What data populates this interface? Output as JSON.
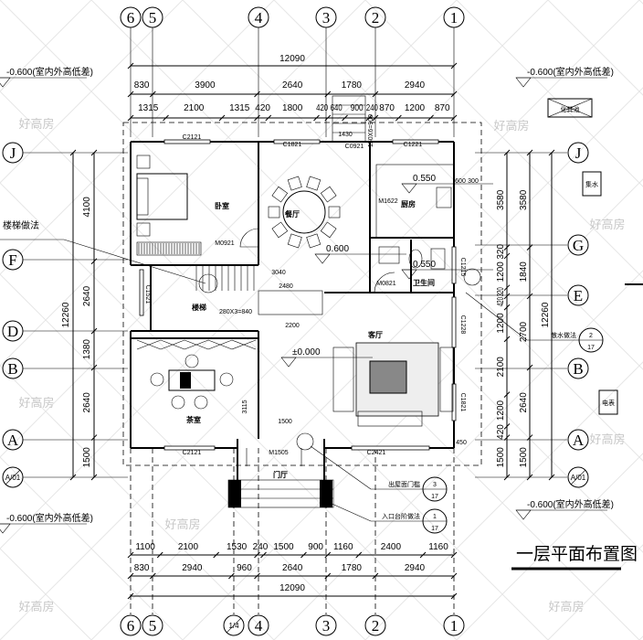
{
  "title": "一层平面布置图",
  "watermark": "好高房",
  "axes": {
    "top_columns": [
      "6",
      "5",
      "4",
      "3",
      "2",
      "1"
    ],
    "bottom_columns": [
      "6",
      "5",
      "1/4",
      "4",
      "3",
      "2",
      "1"
    ],
    "left_rows": [
      "J",
      "F",
      "D",
      "B",
      "A",
      "A/01"
    ],
    "right_rows": [
      "J",
      "G",
      "E",
      "B",
      "A",
      "A/01"
    ]
  },
  "dims_top": {
    "total": "12090",
    "row1": [
      "830",
      "3900",
      "2640",
      "1780",
      "2940"
    ],
    "row2": [
      "1315",
      "2100",
      "1315",
      "420",
      "1800",
      "420",
      "640",
      "900",
      "240",
      "870",
      "1200",
      "870"
    ]
  },
  "dims_bottom": {
    "row1": [
      "1100",
      "2100",
      "1530",
      "240",
      "1500",
      "900",
      "1160",
      "2400",
      "1160"
    ],
    "row2": [
      "830",
      "2940",
      "960",
      "2640",
      "1780",
      "2940"
    ],
    "total": "12090"
  },
  "dims_left": {
    "total": "12260",
    "segments": [
      "4100",
      "2640",
      "1380",
      "2640",
      "1500"
    ]
  },
  "dims_right": {
    "row1": [
      "3580",
      "320",
      "1200",
      "320",
      "420",
      "1200",
      "2100",
      "1200",
      "420",
      "1500"
    ],
    "row2": [
      "3580",
      "1840",
      "2700",
      "2640",
      "1500"
    ],
    "total": "12260"
  },
  "elevations": {
    "outer_left_top": "-0.600(室内外高低差)",
    "outer_right_top": "-0.600(室内外高低差)",
    "outer_left_bottom": "-0.600(室内外高低差)",
    "outer_right_bottom": "-0.600(室内外高低差)",
    "dining": "0.600",
    "living": "±0.000",
    "kitchen": "0.550",
    "bathroom": "0.550"
  },
  "rooms": {
    "bedroom": "卧室",
    "dining": "餐厅",
    "kitchen": "厨房",
    "bathroom": "卫生间",
    "stairs": "楼梯",
    "tea_room": "茶室",
    "living": "客厅",
    "foyer": "门厅"
  },
  "openings": {
    "c2121_top": "C2121",
    "c1821_top": "C1821",
    "c0921": "C0921",
    "c1221": "C1221",
    "m1622": "M1622",
    "m0921": "M0921",
    "m0821": "M0821",
    "c1521": "C1521",
    "c1215": "C1215",
    "c1228": "C1228",
    "c1821_right": "C1821",
    "c2121_bottom": "C2121",
    "c2421": "C2421",
    "m1505": "M1505"
  },
  "inner_dims": {
    "d3040": "3040",
    "d2480": "2480",
    "d2200": "2200",
    "stair_steps": "280X3=840",
    "d3115": "3115",
    "d1500": "1500",
    "d1430": "1430",
    "stair_top": "150X6=900",
    "d600": "600",
    "d300": "300",
    "d450": "450"
  },
  "annotations": {
    "stair_detail": "楼梯做法",
    "apron_detail": "散水做法",
    "apron_ref": {
      "num": "2",
      "sheet": "17"
    },
    "threshold_detail": "出屋面门槛",
    "threshold_ref": {
      "num": "3",
      "sheet": "17"
    },
    "entry_step_detail": "入口台阶做法",
    "entry_step_ref": {
      "num": "1",
      "sheet": "17"
    },
    "septic_tank": "化粪池",
    "box_water": "集水",
    "box_meter": "电表"
  }
}
